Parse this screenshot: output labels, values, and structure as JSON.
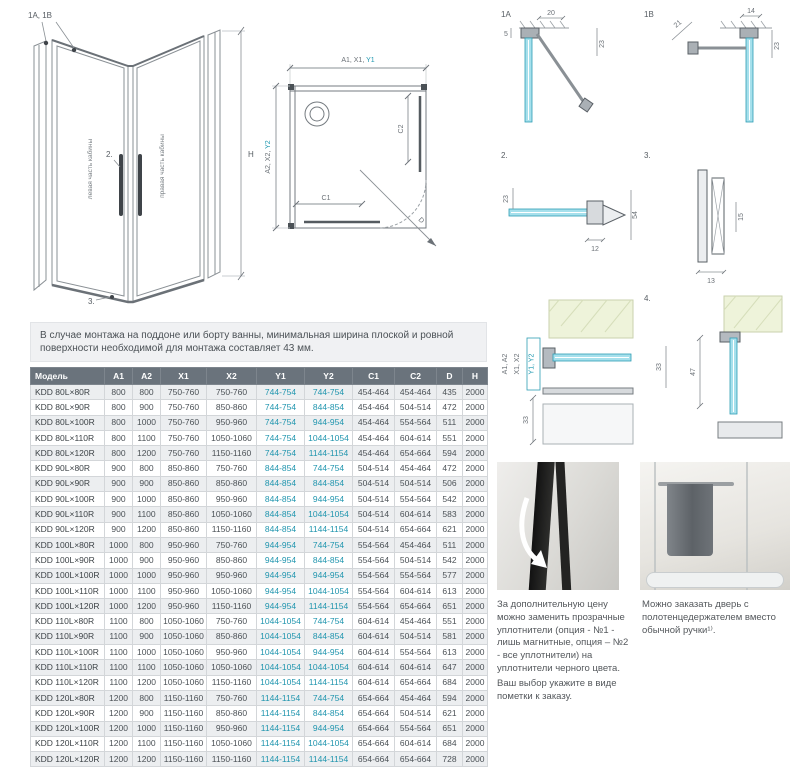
{
  "colors": {
    "accent_teal": "#2e9db4",
    "blue_text": "#2095ae",
    "table_header_bg": "#6a737c"
  },
  "drawings": {
    "cabin": {
      "ref": "1A, 1B",
      "left_text": "левая часть кабины",
      "right_text": "правая часть кабины",
      "marker2": "2.",
      "marker3": "3.",
      "h": "H"
    },
    "top_view": {
      "top_gray": "A1, X1,",
      "top_blue": "Y1",
      "left_gray": "A2, X2,",
      "left_blue": "Y2",
      "c1": "C1",
      "c2": "C2",
      "d": "D"
    },
    "details": {
      "d1a": {
        "label": "1A",
        "dim_20": "20",
        "dim_5": "5",
        "dim_23": "23"
      },
      "d1b": {
        "label": "1B",
        "dim_21": "21",
        "dim_14": "14",
        "dim_23": "23"
      },
      "d2": {
        "label": "2.",
        "dim_23": "23",
        "dim_12": "12",
        "dim_54": "54"
      },
      "d3": {
        "label": "3.",
        "dim_13": "13",
        "dim_15": "15"
      },
      "profile": {
        "label_a": "A1, A2",
        "label_x": "X1, X2",
        "label_y": "Y1, Y2",
        "dim_33": "33"
      },
      "d4": {
        "label": "4.",
        "dim_47": "47",
        "dim_33": "33"
      }
    }
  },
  "note": "В случае монтажа на поддоне или борту ванны, минимальная ширина плоской и ровной поверхности необходимой для монтажа составляет 43 мм.",
  "table": {
    "headers": [
      "Модель",
      "A1",
      "A2",
      "X1",
      "X2",
      "Y1",
      "Y2",
      "C1",
      "C2",
      "D",
      "H"
    ],
    "blue_columns": [
      5,
      6
    ],
    "rows": [
      [
        "KDD 80L×80R",
        "800",
        "800",
        "750-760",
        "750-760",
        "744-754",
        "744-754",
        "454-464",
        "454-464",
        "435",
        "2000"
      ],
      [
        "KDD 80L×90R",
        "800",
        "900",
        "750-760",
        "850-860",
        "744-754",
        "844-854",
        "454-464",
        "504-514",
        "472",
        "2000"
      ],
      [
        "KDD 80L×100R",
        "800",
        "1000",
        "750-760",
        "950-960",
        "744-754",
        "944-954",
        "454-464",
        "554-564",
        "511",
        "2000"
      ],
      [
        "KDD 80L×110R",
        "800",
        "1100",
        "750-760",
        "1050-1060",
        "744-754",
        "1044-1054",
        "454-464",
        "604-614",
        "551",
        "2000"
      ],
      [
        "KDD 80L×120R",
        "800",
        "1200",
        "750-760",
        "1150-1160",
        "744-754",
        "1144-1154",
        "454-464",
        "654-664",
        "594",
        "2000"
      ],
      [
        "KDD 90L×80R",
        "900",
        "800",
        "850-860",
        "750-760",
        "844-854",
        "744-754",
        "504-514",
        "454-464",
        "472",
        "2000"
      ],
      [
        "KDD 90L×90R",
        "900",
        "900",
        "850-860",
        "850-860",
        "844-854",
        "844-854",
        "504-514",
        "504-514",
        "506",
        "2000"
      ],
      [
        "KDD 90L×100R",
        "900",
        "1000",
        "850-860",
        "950-960",
        "844-854",
        "944-954",
        "504-514",
        "554-564",
        "542",
        "2000"
      ],
      [
        "KDD 90L×110R",
        "900",
        "1100",
        "850-860",
        "1050-1060",
        "844-854",
        "1044-1054",
        "504-514",
        "604-614",
        "583",
        "2000"
      ],
      [
        "KDD 90L×120R",
        "900",
        "1200",
        "850-860",
        "1150-1160",
        "844-854",
        "1144-1154",
        "504-514",
        "654-664",
        "621",
        "2000"
      ],
      [
        "KDD 100L×80R",
        "1000",
        "800",
        "950-960",
        "750-760",
        "944-954",
        "744-754",
        "554-564",
        "454-464",
        "511",
        "2000"
      ],
      [
        "KDD 100L×90R",
        "1000",
        "900",
        "950-960",
        "850-860",
        "944-954",
        "844-854",
        "554-564",
        "504-514",
        "542",
        "2000"
      ],
      [
        "KDD 100L×100R",
        "1000",
        "1000",
        "950-960",
        "950-960",
        "944-954",
        "944-954",
        "554-564",
        "554-564",
        "577",
        "2000"
      ],
      [
        "KDD 100L×110R",
        "1000",
        "1100",
        "950-960",
        "1050-1060",
        "944-954",
        "1044-1054",
        "554-564",
        "604-614",
        "613",
        "2000"
      ],
      [
        "KDD 100L×120R",
        "1000",
        "1200",
        "950-960",
        "1150-1160",
        "944-954",
        "1144-1154",
        "554-564",
        "654-664",
        "651",
        "2000"
      ],
      [
        "KDD 110L×80R",
        "1100",
        "800",
        "1050-1060",
        "750-760",
        "1044-1054",
        "744-754",
        "604-614",
        "454-464",
        "551",
        "2000"
      ],
      [
        "KDD 110L×90R",
        "1100",
        "900",
        "1050-1060",
        "850-860",
        "1044-1054",
        "844-854",
        "604-614",
        "504-514",
        "581",
        "2000"
      ],
      [
        "KDD 110L×100R",
        "1100",
        "1000",
        "1050-1060",
        "950-960",
        "1044-1054",
        "944-954",
        "604-614",
        "554-564",
        "613",
        "2000"
      ],
      [
        "KDD 110L×110R",
        "1100",
        "1100",
        "1050-1060",
        "1050-1060",
        "1044-1054",
        "1044-1054",
        "604-614",
        "604-614",
        "647",
        "2000"
      ],
      [
        "KDD 110L×120R",
        "1100",
        "1200",
        "1050-1060",
        "1150-1160",
        "1044-1054",
        "1144-1154",
        "604-614",
        "654-664",
        "684",
        "2000"
      ],
      [
        "KDD 120L×80R",
        "1200",
        "800",
        "1150-1160",
        "750-760",
        "1144-1154",
        "744-754",
        "654-664",
        "454-464",
        "594",
        "2000"
      ],
      [
        "KDD 120L×90R",
        "1200",
        "900",
        "1150-1160",
        "850-860",
        "1144-1154",
        "844-854",
        "654-664",
        "504-514",
        "621",
        "2000"
      ],
      [
        "KDD 120L×100R",
        "1200",
        "1000",
        "1150-1160",
        "950-960",
        "1144-1154",
        "944-954",
        "654-664",
        "554-564",
        "651",
        "2000"
      ],
      [
        "KDD 120L×110R",
        "1200",
        "1100",
        "1150-1160",
        "1050-1060",
        "1144-1154",
        "1044-1054",
        "654-664",
        "604-614",
        "684",
        "2000"
      ],
      [
        "KDD 120L×120R",
        "1200",
        "1200",
        "1150-1160",
        "1150-1160",
        "1144-1154",
        "1144-1154",
        "654-664",
        "654-664",
        "728",
        "2000"
      ]
    ]
  },
  "captions": {
    "seals_p1": "За дополнительную цену можно заменить прозрачные уплотнители (опция - №1 - лишь магнитные, опция – №2 - все уплотнители)  на уплотнители черного цвета.",
    "seals_p2": "Ваш выбор укажите в виде пометки к заказу.",
    "towel": "Можно заказать дверь с полотенцедержателем вместо обычной ручки¹⁾."
  }
}
